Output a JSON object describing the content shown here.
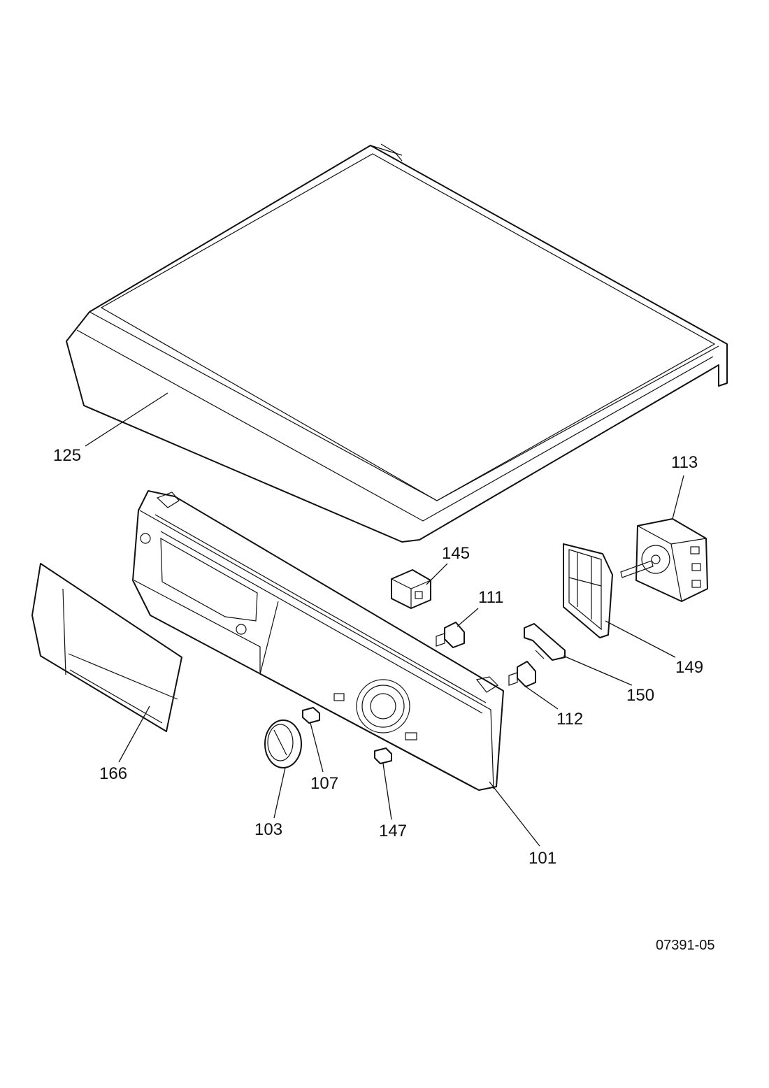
{
  "labels": {
    "p125": "125",
    "p113": "113",
    "p145": "145",
    "p111": "111",
    "p149": "149",
    "p150": "150",
    "p112": "112",
    "p166": "166",
    "p107": "107",
    "p103": "103",
    "p147": "147",
    "p101": "101"
  },
  "drawing_number": "07391-05",
  "colors": {
    "line": "#111111",
    "background": "#ffffff"
  }
}
